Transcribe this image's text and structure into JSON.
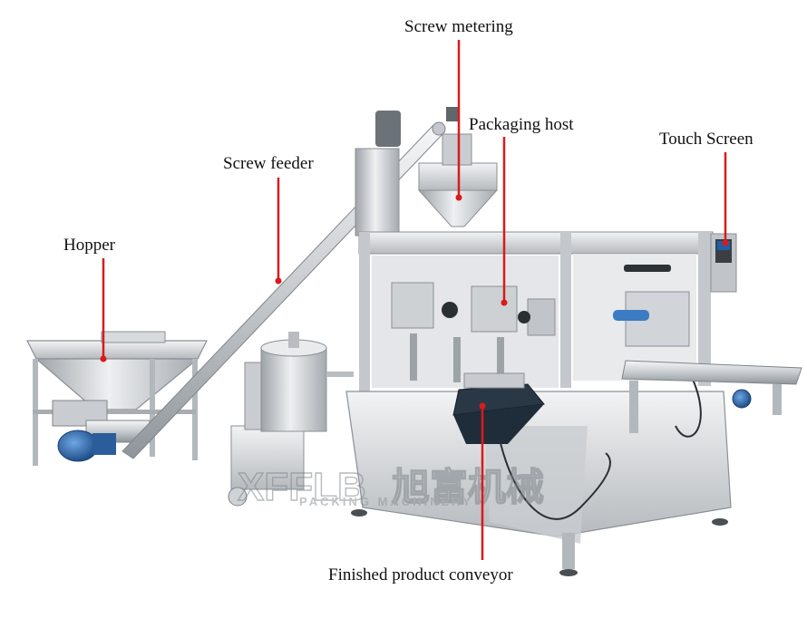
{
  "labels": {
    "screw_metering": "Screw metering",
    "packaging_host": "Packaging host",
    "touch_screen": "Touch Screen",
    "screw_feeder": "Screw feeder",
    "hopper": "Hopper",
    "conveyor": "Finished product conveyor"
  },
  "watermark": {
    "brand": "XFFLB",
    "chinese": "旭富机械",
    "subtitle": "PACKING MACHINERY"
  },
  "colors": {
    "leader": "#d81b1b",
    "steel_light": "#e4e6e8",
    "steel_mid": "#b9bdc1",
    "steel_dark": "#7f858b",
    "motor_blue": "#2f6fb5",
    "belt": "#1f2c3a"
  }
}
